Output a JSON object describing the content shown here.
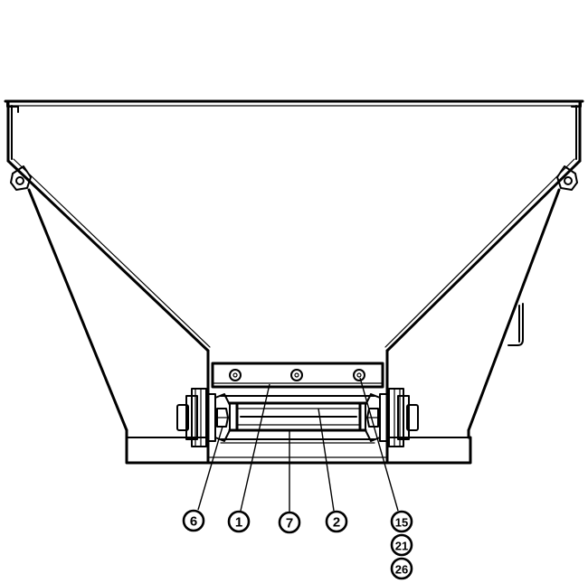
{
  "callouts": [
    {
      "id": "c6",
      "label": "6"
    },
    {
      "id": "c1",
      "label": "1"
    },
    {
      "id": "c7",
      "label": "7"
    },
    {
      "id": "c2",
      "label": "2"
    },
    {
      "id": "c15",
      "label": "15"
    },
    {
      "id": "c21",
      "label": "21"
    },
    {
      "id": "c26",
      "label": "26"
    }
  ]
}
